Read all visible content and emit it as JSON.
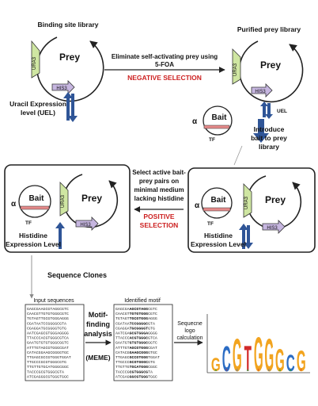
{
  "top_left": {
    "title": "Binding site library",
    "prey": "Prey",
    "ura3": "URA3",
    "his3": "HIS3",
    "uel_lines": [
      "Uracil Expression",
      "level (UEL)"
    ]
  },
  "top_right": {
    "title": "Purified prey library",
    "prey": "Prey",
    "ura3": "URA3",
    "his3": "HIS3",
    "uel": "UEL"
  },
  "negative_step": {
    "lines": [
      "Eliminate self-activating prey using",
      "5-FOA"
    ],
    "label": "NEGATIVE SELECTION"
  },
  "bait_small": {
    "alpha": "α",
    "bait": "Bait",
    "tf": "TF"
  },
  "introduce_lines": [
    "Introduce",
    "bait to prey",
    "library"
  ],
  "bottom_left_box": {
    "alpha": "α",
    "bait": "Bait",
    "tf": "TF",
    "prey": "Prey",
    "ura3": "URA3",
    "his3": "HIS3",
    "hel_lines": [
      "Histidine",
      "Expression Level"
    ]
  },
  "bottom_right_box": {
    "alpha": "α",
    "bait": "Bait",
    "tf": "TF",
    "prey": "Prey",
    "ura3": "URA3",
    "his3": "HIS3",
    "hel_lines": [
      "Histidine",
      "Expression Level"
    ]
  },
  "positive_step": {
    "lines": [
      "Select active bait-",
      "prey pairs on",
      "minimal medium",
      "lacking histidine"
    ],
    "label_lines": [
      "POSITIVE",
      "SELECTION"
    ]
  },
  "sequence_clones": "Sequence Clones",
  "input_sequences": {
    "title": "Input sequences",
    "rows": [
      "GAGCGAAGCGTAGGCGTC",
      "CAACGTTGTGTGGGCGTC",
      "TGTAGTTGCGTGGGAGGG",
      "CGATAATCCGGGGCGTA",
      "CGAGGATGCGGGGTGTG",
      "AATCGAGCGTGGGAGGGG",
      "TTACCCACGTGGGCGTCA",
      "GAATGTGTGTGGGCGGTC",
      "ATTTGTAGCGTGGGCGAT",
      "CATACGGAAGCGGGGTGC",
      "TTGAGCGCCGTGGGTGGAT",
      "TTGCCCGCGTGGGCGTG",
      "TTGTTGTGCATGGGCGGC",
      "TACCCGCGTGGGCGTA",
      "ATCGAGGGCGTGGGTGGC"
    ]
  },
  "motif_analysis_lines": [
    "Motif-",
    "finding",
    "analysis",
    "(MEME)"
  ],
  "identified_motif": {
    "title": "Identified motif",
    "rows": [
      "GAGCGAAGCGTAGGCGTC",
      "CAACGTTGTGTGGGCGTC",
      "TGTAGTTGCGTGGGAGGG",
      "CGATAATCCGGGGCGTA",
      "CGAGGATGCGGGGTGTG",
      "AATCGAGCGTGGGAGGGG",
      "TTACCCACGTGGGCGTCA",
      "GAATGTGTGTGGGCGGTC",
      "ATTTGTAGCGTGGGCGAT",
      "CATACGGAAGCGGGGTGC",
      "TTGAGCGCCGTGGGTGGAT",
      "TTGCCCGCGTGGGCGTG",
      "TTGTTGTGCATGGGCGGC",
      "TACCCGCGTGGGCGTA",
      "ATCGAGGGCGTGGGTGGC"
    ]
  },
  "logo_step_lines": [
    "Sequecne",
    "logo",
    "calculation"
  ],
  "logo_letters": [
    "G",
    "C",
    "G",
    "T",
    "G",
    "G",
    "G",
    "C",
    "G"
  ],
  "colors": {
    "ura3": "#cfe6a2",
    "his3": "#c6b6e0",
    "bait_bar": "#e58a8a",
    "arrow_blue": "#2f5597",
    "red_label": "#cc1f1f",
    "logo_G": "#f2a41f",
    "logo_C": "#2b6cc4",
    "logo_T": "#d22a2a",
    "logo_A": "#2a9a3a"
  }
}
